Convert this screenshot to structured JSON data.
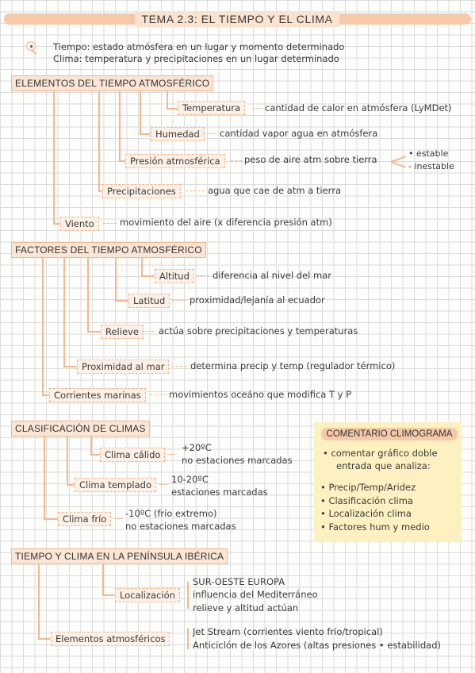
{
  "title": "TEMA 2.3: EL TIEMPO Y EL CLIMA",
  "intro": {
    "line1": "Tiempo: estado atmósfera en un lugar y momento determinado",
    "line2": "Clima: temperatura y precipitaciones en un lugar determinado"
  },
  "elementos": {
    "header": "ELEMENTOS DEL TIEMPO ATMOSFÉRICO",
    "items": [
      {
        "label": "Temperatura",
        "desc": "cantidad de calor en atmósfera (LyMDet)"
      },
      {
        "label": "Humedad",
        "desc": "cantidad vapor agua en atmósfera"
      },
      {
        "label": "Presión atmosférica",
        "desc": "peso de aire atm sobre tierra",
        "sub": [
          "• estable",
          "- inestable"
        ]
      },
      {
        "label": "Precipitaciones",
        "desc": "agua que cae de atm a tierra"
      },
      {
        "label": "Viento",
        "desc": "movimiento del aire (x diferencia presión atm)"
      }
    ]
  },
  "factores": {
    "header": "FACTORES DEL TIEMPO ATMOSFÉRICO",
    "items": [
      {
        "label": "Altitud",
        "desc": "diferencia al nivel del mar"
      },
      {
        "label": "Latitud",
        "desc": "proximidad/lejanía al ecuador"
      },
      {
        "label": "Relieve",
        "desc": "actúa sobre precipitaciones y temperaturas"
      },
      {
        "label": "Proximidad al mar",
        "desc": "determina precip y temp (regulador térmico)"
      },
      {
        "label": "Corrientes marinas",
        "desc": "movimientos oceáno que modifica T y P"
      }
    ]
  },
  "clasificacion": {
    "header": "CLASIFICACIÓN DE CLIMAS",
    "items": [
      {
        "label": "Clima cálido",
        "desc1": "+20ºC",
        "desc2": "no estaciones marcadas"
      },
      {
        "label": "Clima templado",
        "desc1": "10-20ºC",
        "desc2": "estaciones marcadas"
      },
      {
        "label": "Clima frío",
        "desc1": "-10ºC (frío extremo)",
        "desc2": "no estaciones marcadas"
      }
    ]
  },
  "comentario": {
    "title": "COMENTARIO CLIMOGRAMA",
    "line1": "• comentar gráfico doble",
    "line2": "entrada que analiza:",
    "bullets": [
      "• Precip/Temp/Aridez",
      "• Clasificación clima",
      "• Localización clima",
      "• Factores hum y medio"
    ]
  },
  "peninsula": {
    "header": "TIEMPO Y CLIMA EN LA PENÍNSULA IBÉRICA",
    "items": [
      {
        "label": "Localización",
        "lines": [
          "SUR-OESTE EUROPA",
          "influencia del Mediterráneo",
          "relieve y altitud actúan"
        ]
      },
      {
        "label": "Elementos atmosféricos",
        "lines": [
          "Jet Stream (corrientes viento frío/tropical)",
          "Anticiclón de los Azores (altas presiones • estabilidad)"
        ]
      }
    ]
  },
  "colors": {
    "accent": "#f2b98e",
    "box_fill": "#fdf0e6",
    "note_fill": "#fdf1c2",
    "title_bar": "#f6c9a8"
  }
}
